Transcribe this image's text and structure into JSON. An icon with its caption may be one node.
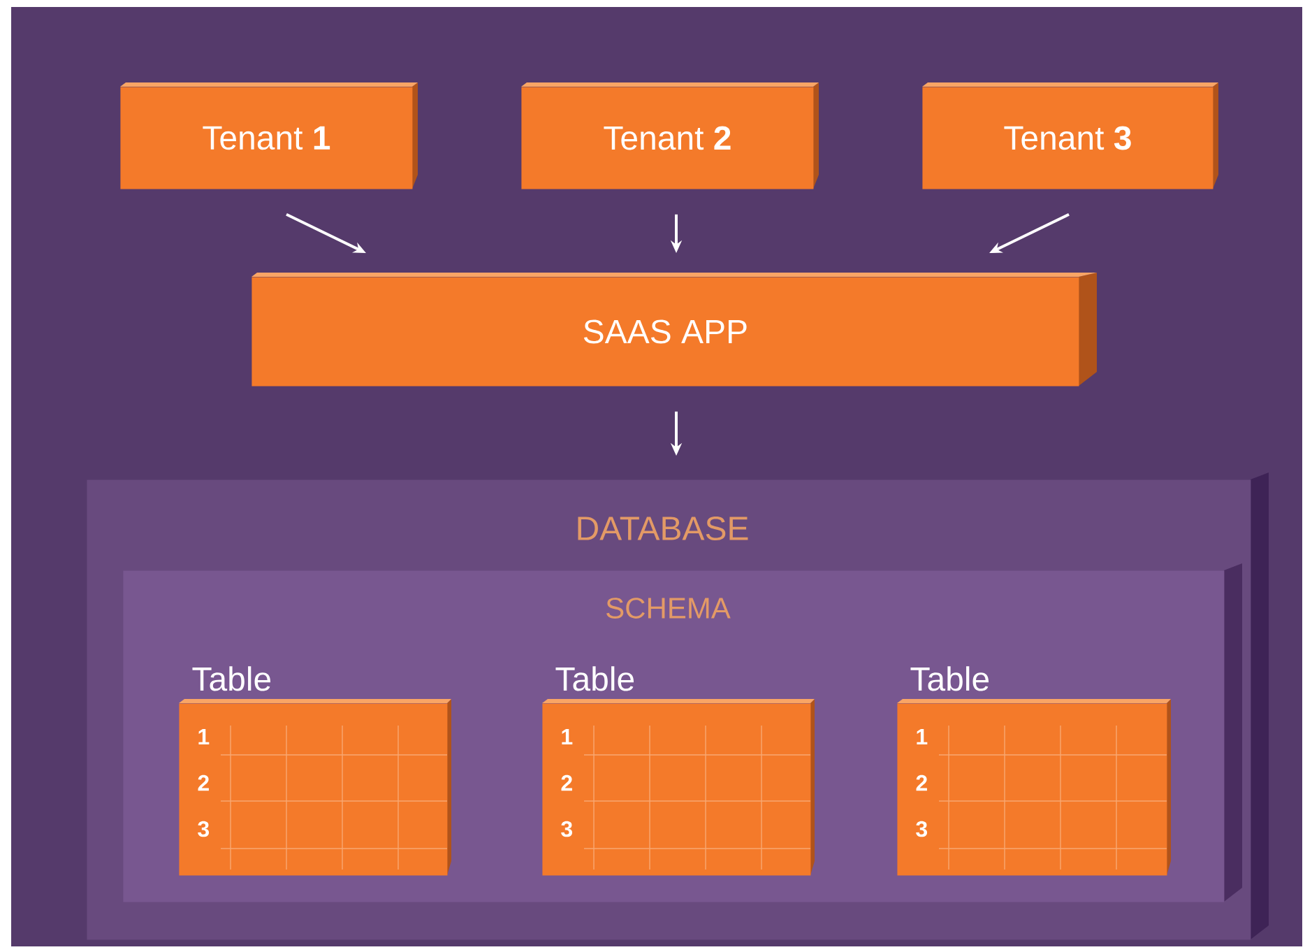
{
  "diagram": {
    "nodes": [
      {
        "text": [
          "Tenant **1**"
        ]
      },
      {
        "text": [
          "Tenant **2**"
        ]
      },
      {
        "text": [
          "Tenant **3**"
        ]
      },
      {
        "text": [
          "SAAS APP"
        ]
      },
      {
        "text": [
          "DATABASE"
        ]
      },
      {
        "text": [
          "SCHEMA"
        ],
        "in": 4
      },
      {
        "text": [
          "Table",
          "1",
          "2",
          "3"
        ],
        "in": 5
      },
      {
        "text": [
          "Table",
          "1",
          "2",
          "3"
        ],
        "in": 5
      },
      {
        "text": [
          "Table",
          "1",
          "2",
          "3"
        ],
        "in": 5
      }
    ],
    "edges": [
      {
        "from": 0,
        "to": 3,
        "arrow": "to"
      },
      {
        "from": 1,
        "to": 3,
        "arrow": "to"
      },
      {
        "from": 2,
        "to": 3,
        "arrow": "to"
      },
      {
        "from": 3,
        "to": 4,
        "arrow": "to"
      }
    ]
  }
}
